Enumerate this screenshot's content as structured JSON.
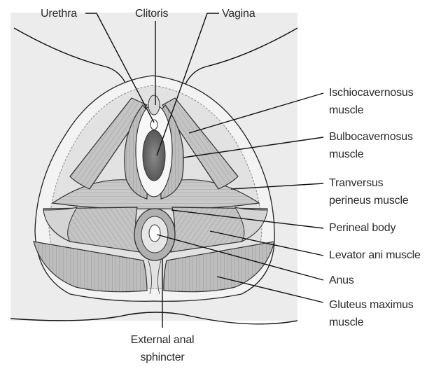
{
  "labels": {
    "urethra": "Urethra",
    "clitoris": "Clitoris",
    "vagina": "Vagina",
    "ischiocavernosus_1": "Ischiocavernosus",
    "ischiocavernosus_2": "muscle",
    "bulbocavernosus_1": "Bulbocavernosus",
    "bulbocavernosus_2": "muscle",
    "tranversus_1": "Tranversus",
    "tranversus_2": "perineus muscle",
    "perineal_body": "Perineal body",
    "levator_ani": "Levator ani muscle",
    "anus": "Anus",
    "gluteus_1": "Gluteus maximus",
    "gluteus_2": "muscle",
    "external_anal_1": "External anal",
    "external_anal_2": "sphincter"
  },
  "colors": {
    "background_panel": "#e9e9e9",
    "muscle": "#b9b9b9",
    "muscle_light": "#cfcfcf",
    "vaginal_opening": "#6a6a6a",
    "outline": "#222222"
  }
}
